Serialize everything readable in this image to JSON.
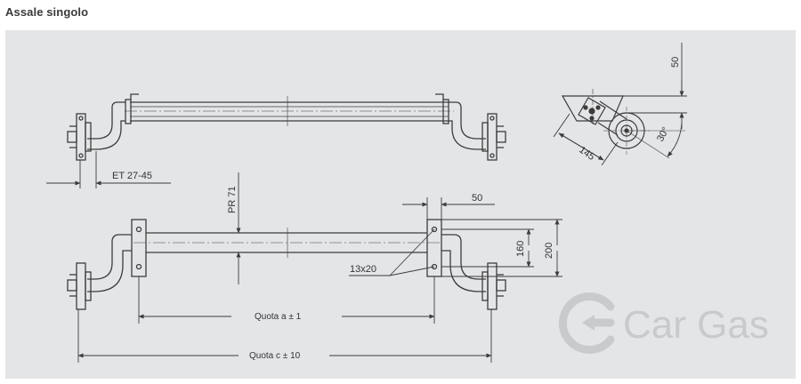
{
  "title": "Assale singolo",
  "labels": {
    "et": "ET 27-45",
    "pr": "PR 71",
    "dim_50_top": "50",
    "dim_50_side": "50",
    "dim_145": "145",
    "dim_30deg": "30°",
    "dim_160": "160",
    "dim_200": "200",
    "bolt": "13x20",
    "quota_a": "Quota a ± 1",
    "quota_c": "Quota c ± 10"
  },
  "logo": {
    "text": "Car Gas"
  },
  "colors": {
    "panel": "#e4e5e7",
    "line": "#3c3c3c",
    "logo": "#c9cacc"
  }
}
